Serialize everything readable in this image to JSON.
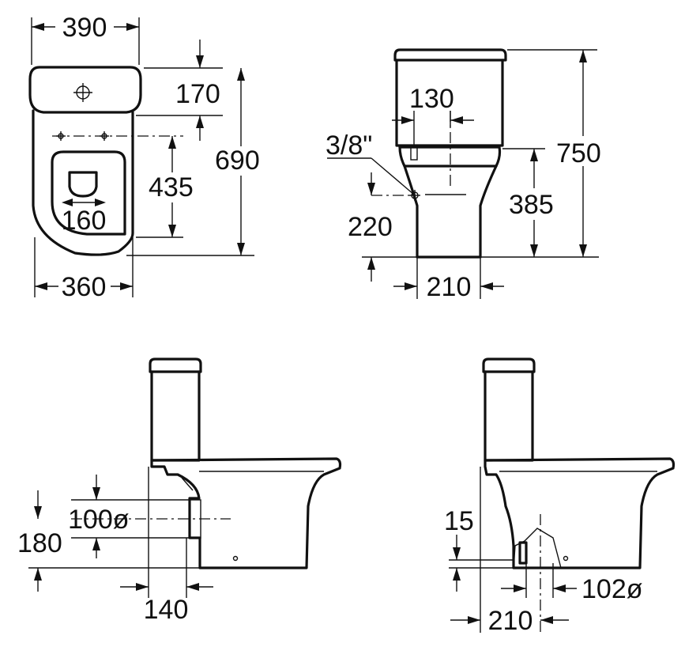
{
  "views": {
    "top": {
      "labels": {
        "width_top": "390",
        "cistern_depth": "170",
        "fixing_distance": "435",
        "total_length": "690",
        "fixing_spacing": "160",
        "width_bottom": "360"
      }
    },
    "front": {
      "labels": {
        "inlet_offset": "130",
        "inlet_thread": "3/8\"",
        "total_height": "750",
        "seat_height": "385",
        "inlet_height": "220",
        "base_width": "210"
      }
    },
    "side_horizontal_outlet": {
      "labels": {
        "outlet_diameter": "100ø",
        "outlet_height": "180",
        "outlet_distance": "140"
      }
    },
    "side_vertical_outlet": {
      "labels": {
        "outlet_offset_height": "15",
        "outlet_diameter": "102ø",
        "outlet_distance": "210"
      }
    }
  }
}
